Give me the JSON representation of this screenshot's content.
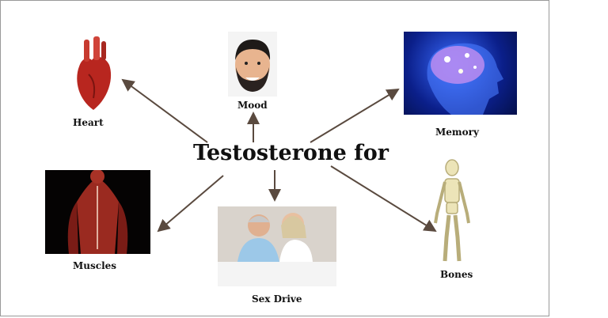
{
  "title": "Testosterone for",
  "nodes": {
    "heart": "Heart",
    "mood": "Mood",
    "memory": "Memory",
    "muscles": "Muscles",
    "sex_drive": "Sex Drive",
    "bones": "Bones"
  },
  "colors": {
    "arrow": "#5a4a3f",
    "title": "#111111"
  }
}
